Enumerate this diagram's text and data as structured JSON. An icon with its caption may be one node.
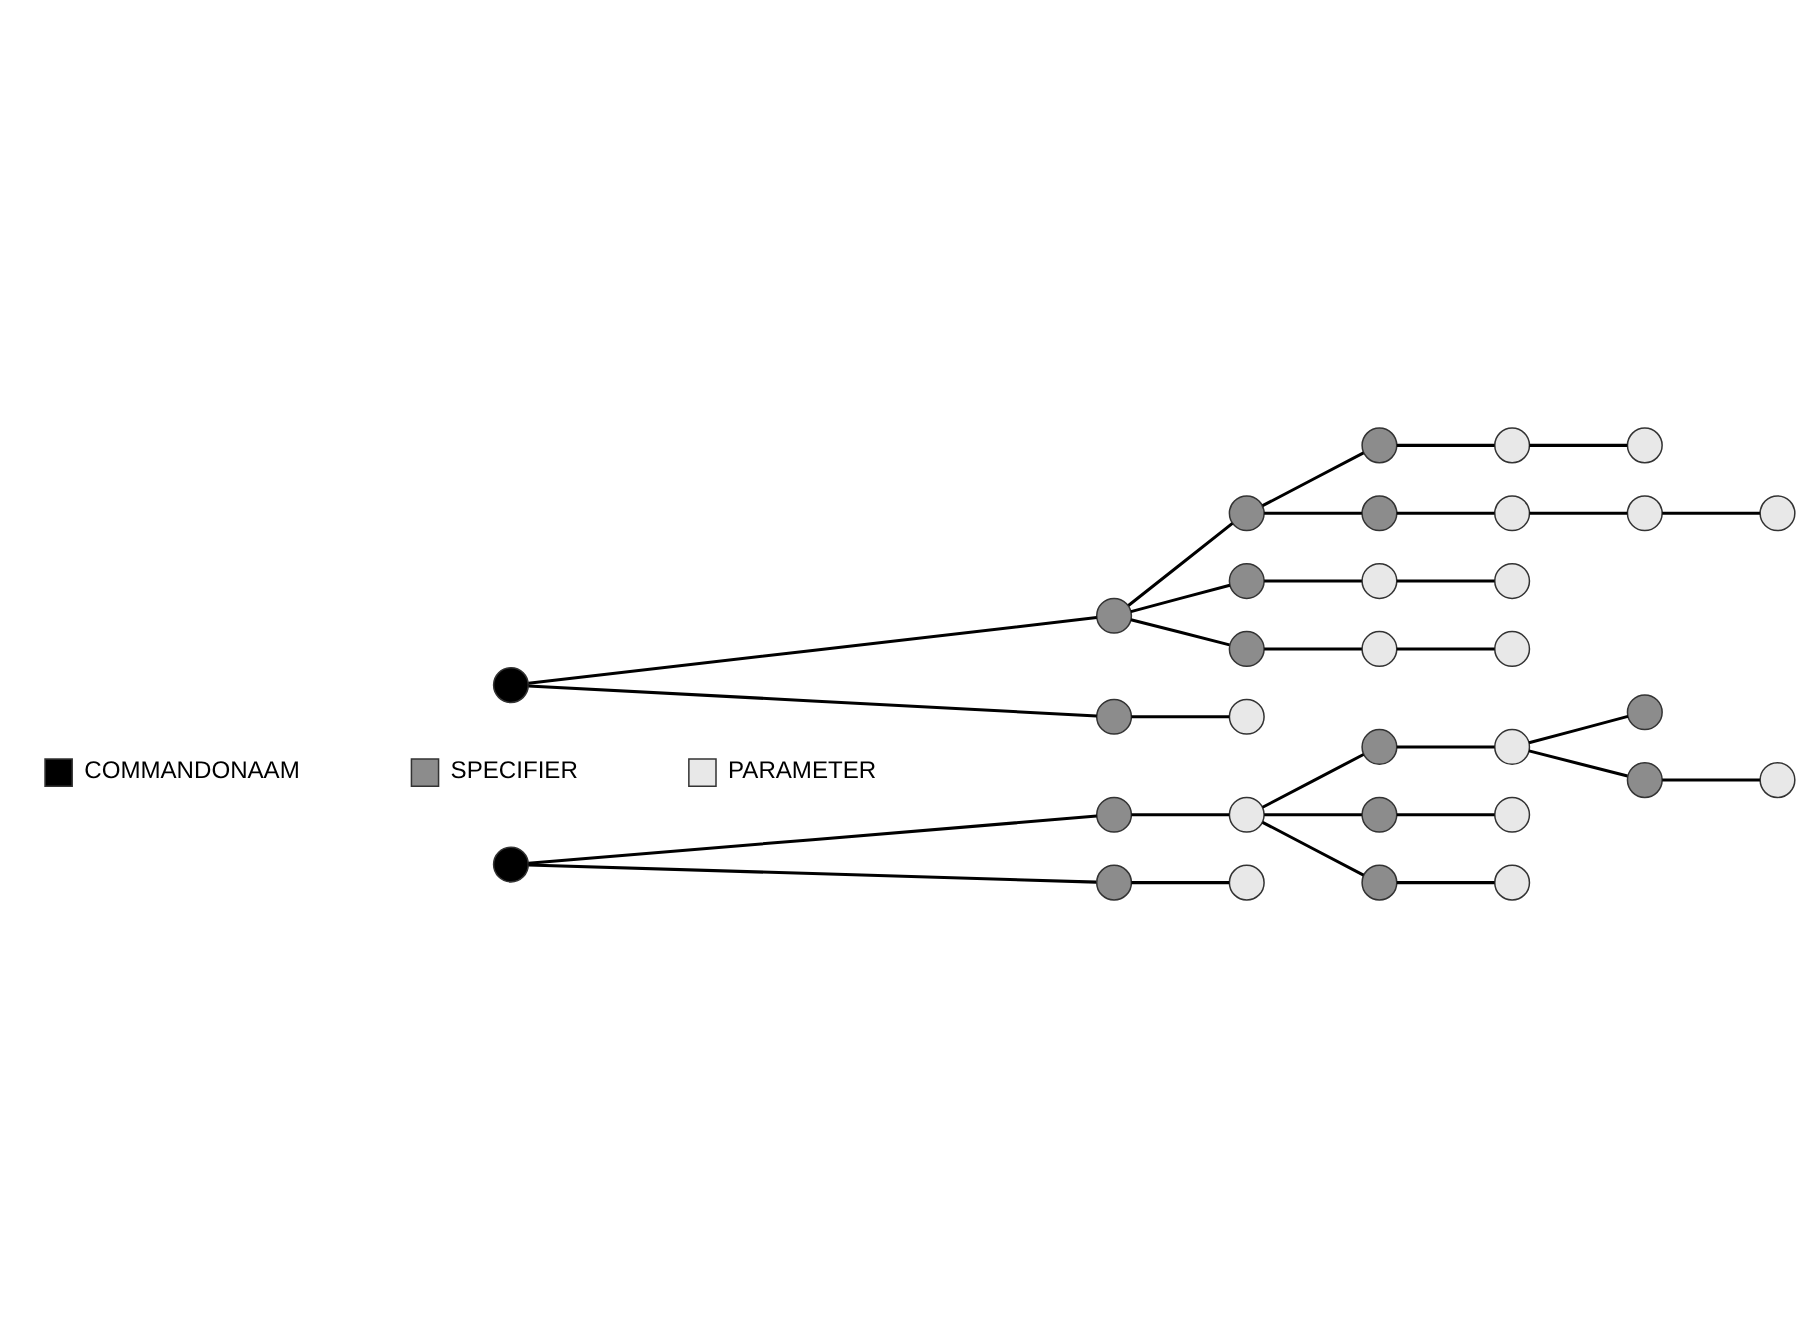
{
  "diagram": {
    "nodes": [
      {
        "text": [],
        "shape": "circle"
      },
      {
        "text": [],
        "shape": "circle"
      },
      {
        "text": [],
        "shape": "circle"
      },
      {
        "text": [],
        "shape": "circle"
      },
      {
        "text": [],
        "shape": "circle"
      },
      {
        "text": [],
        "shape": "circle"
      },
      {
        "text": [],
        "shape": "circle"
      },
      {
        "text": [],
        "shape": "circle"
      },
      {
        "text": [],
        "shape": "circle"
      },
      {
        "text": [],
        "shape": "circle"
      },
      {
        "text": [],
        "shape": "circle"
      },
      {
        "text": [],
        "shape": "circle"
      },
      {
        "text": [],
        "shape": "circle"
      },
      {
        "text": [],
        "shape": "circle"
      },
      {
        "text": [],
        "shape": "circle"
      },
      {
        "text": [],
        "shape": "circle"
      },
      {
        "text": [],
        "shape": "circle"
      },
      {
        "text": [],
        "shape": "circle"
      },
      {
        "text": [],
        "shape": "circle"
      },
      {
        "text": [],
        "shape": "circle"
      },
      {
        "text": [],
        "shape": "circle"
      },
      {
        "text": [],
        "shape": "circle"
      },
      {
        "text": [],
        "shape": "circle"
      },
      {
        "text": [],
        "shape": "circle"
      },
      {
        "text": [],
        "shape": "circle"
      },
      {
        "text": [],
        "shape": "circle"
      },
      {
        "text": [],
        "shape": "circle"
      },
      {
        "text": [],
        "shape": "circle"
      },
      {
        "text": [],
        "shape": "circle"
      },
      {
        "text": [],
        "shape": "circle"
      },
      {
        "text": [],
        "shape": "circle"
      },
      {
        "text": [],
        "shape": "circle"
      }
    ],
    "edges": [
      {
        "from": 0,
        "to": 1,
        "arrow": "none"
      },
      {
        "from": 0,
        "to": 2,
        "arrow": "none"
      },
      {
        "from": 1,
        "to": 3,
        "arrow": "none"
      },
      {
        "from": 2,
        "to": 4,
        "arrow": "none"
      },
      {
        "from": 3,
        "to": 5,
        "arrow": "none"
      },
      {
        "from": 3,
        "to": 6,
        "arrow": "none"
      },
      {
        "from": 3,
        "to": 7,
        "arrow": "none"
      },
      {
        "from": 5,
        "to": 8,
        "arrow": "none"
      },
      {
        "from": 6,
        "to": 9,
        "arrow": "none"
      },
      {
        "from": 7,
        "to": 10,
        "arrow": "none"
      },
      {
        "from": 8,
        "to": 11,
        "arrow": "none"
      },
      {
        "from": 8,
        "to": 12,
        "arrow": "none"
      },
      {
        "from": 12,
        "to": 13,
        "arrow": "none"
      },
      {
        "from": 14,
        "to": 15,
        "arrow": "none"
      },
      {
        "from": 14,
        "to": 16,
        "arrow": "none"
      },
      {
        "from": 15,
        "to": 17,
        "arrow": "none"
      },
      {
        "from": 15,
        "to": 18,
        "arrow": "none"
      },
      {
        "from": 15,
        "to": 19,
        "arrow": "none"
      },
      {
        "from": 16,
        "to": 20,
        "arrow": "none"
      },
      {
        "from": 17,
        "to": 21,
        "arrow": "none"
      },
      {
        "from": 17,
        "to": 22,
        "arrow": "none"
      },
      {
        "from": 18,
        "to": 23,
        "arrow": "none"
      },
      {
        "from": 19,
        "to": 24,
        "arrow": "none"
      },
      {
        "from": 21,
        "to": 25,
        "arrow": "none"
      },
      {
        "from": 22,
        "to": 26,
        "arrow": "none"
      },
      {
        "from": 23,
        "to": 27,
        "arrow": "none"
      },
      {
        "from": 24,
        "to": 28,
        "arrow": "none"
      },
      {
        "from": 25,
        "to": 29,
        "arrow": "none"
      },
      {
        "from": 26,
        "to": 30,
        "arrow": "none"
      },
      {
        "from": 30,
        "to": 31,
        "arrow": "none"
      }
    ],
    "legend": [
      {
        "text": "COMMANDONAAM",
        "color": "#000000"
      },
      {
        "text": "SPECIFIER",
        "color": "#8c8c8c"
      },
      {
        "text": "PARAMETER",
        "color": "#e8e8e8"
      }
    ]
  }
}
